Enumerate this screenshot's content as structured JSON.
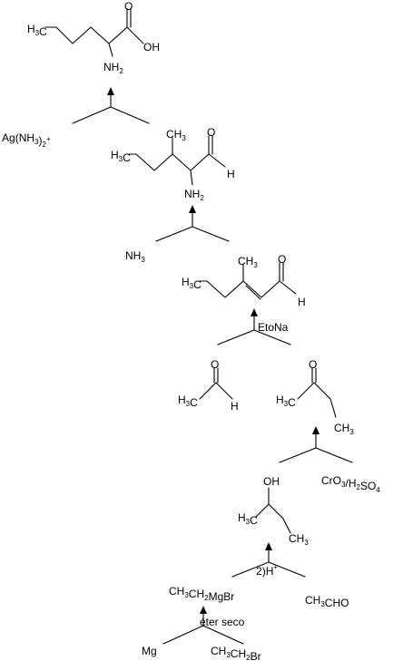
{
  "molecules": {
    "norvaline": {
      "ch3": "H3C",
      "oh": "OH",
      "o": "O",
      "nh2": "NH2"
    },
    "amino_aldehyde": {
      "ch3_side": "CH3",
      "ch3": "H3C",
      "o": "O",
      "h": "H",
      "nh2": "NH2"
    },
    "enal": {
      "ch3_top": "CH3",
      "ch3": "H3C",
      "o": "O",
      "h": "H"
    },
    "acetaldehyde": {
      "ch3": "H3C",
      "o": "O",
      "h": "H"
    },
    "butanone": {
      "ch3": "H3C",
      "o": "O",
      "ch3_end": "CH3"
    },
    "butanol": {
      "oh": "OH",
      "ch3": "H3C",
      "ch3_end": "CH3"
    }
  },
  "reagents": {
    "oxidant_tollens": "Ag(NH3)2+",
    "ammonia": "NH3",
    "base": "EtoNa",
    "oxidant_cr": "CrO3/H2SO4",
    "grignard": "CH3CH2MgBr",
    "workup": "2)H+",
    "aldehyde_reagent": "CH3CHO",
    "solvent": "éter seco",
    "magnesium": "Mg",
    "ethyl_bromide": "CH3CH2Br"
  }
}
